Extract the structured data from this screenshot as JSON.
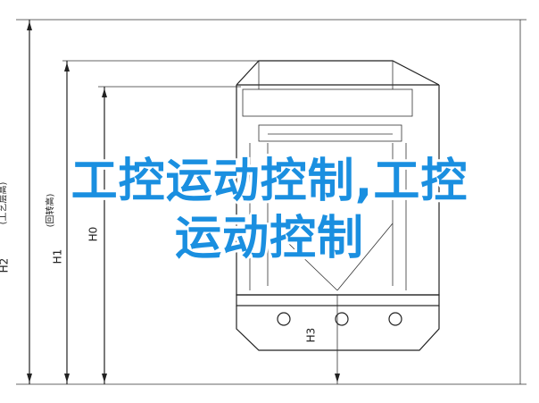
{
  "diagram": {
    "dimensions": {
      "h2_label": "H2",
      "h2_note": "(工艺层高)",
      "h1_label": "H1",
      "h1_note": "(回转高)",
      "h0_label": "H0",
      "h3_label": "H3"
    }
  },
  "overlay": {
    "line1": "工控运动控制,工控",
    "line2": "运动控制"
  },
  "colors": {
    "overlay_text": "#1a8fe0",
    "line": "#222222"
  }
}
